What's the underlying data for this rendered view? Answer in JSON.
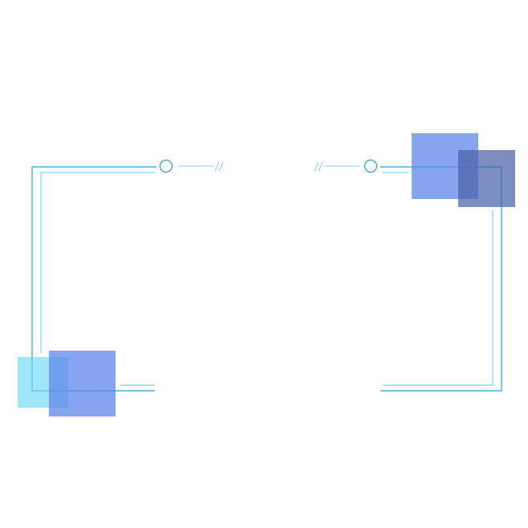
{
  "theme": {
    "line_color": "#1f9fd6",
    "line_color_light": "#7fd1f0",
    "square_blue": "#5f86ea",
    "square_light_cyan": "#6bd8f4",
    "square_slate": "#4f6db0"
  },
  "decoration": {
    "type": "tech-frame-border",
    "corner_squares": 4,
    "circle_markers": 2
  }
}
